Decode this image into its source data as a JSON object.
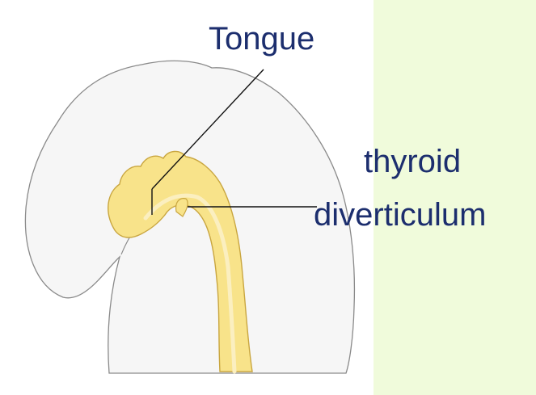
{
  "labels": {
    "tongue": "Tongue",
    "thyroid_line1": "thyroid",
    "thyroid_line2": "diverticulum"
  },
  "colors": {
    "background": "#f0fbdb",
    "panel": "#ffffff",
    "embryo_fill": "#f6f6f6",
    "outline": "#8a8a8a",
    "endoderm_fill": "#f8e38a",
    "endoderm_stroke": "#c9a640",
    "leader_line": "#111111",
    "label_text": "#1c2e6e"
  }
}
